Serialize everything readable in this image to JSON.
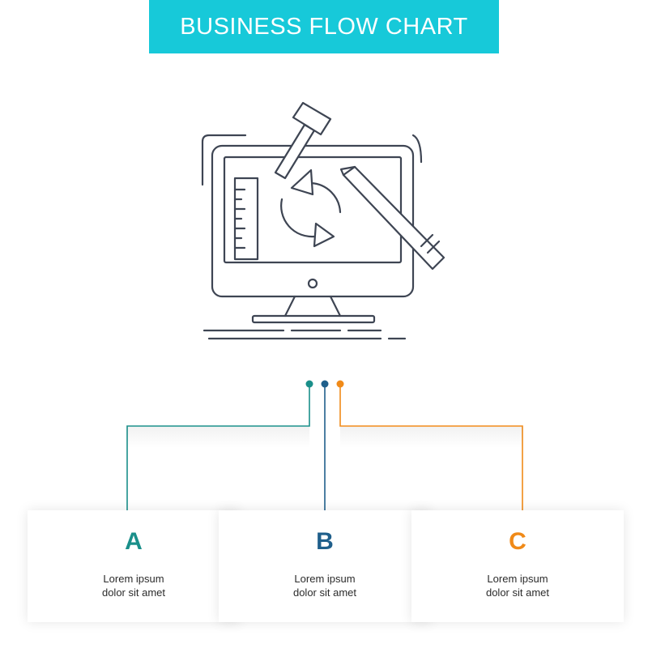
{
  "header": {
    "title": "BUSINESS FLOW CHART"
  },
  "colors": {
    "banner": "#17c9d9",
    "teal": "#1a8f8a",
    "blue": "#1f5f8b",
    "orange": "#f08a18",
    "icon_stroke": "#3e4553"
  },
  "icon": {
    "name": "computer-design-tools-icon"
  },
  "steps": [
    {
      "letter": "A",
      "line1": "Lorem ipsum",
      "line2": "dolor sit amet"
    },
    {
      "letter": "B",
      "line1": "Lorem ipsum",
      "line2": "dolor sit amet"
    },
    {
      "letter": "C",
      "line1": "Lorem ipsum",
      "line2": "dolor sit amet"
    }
  ]
}
